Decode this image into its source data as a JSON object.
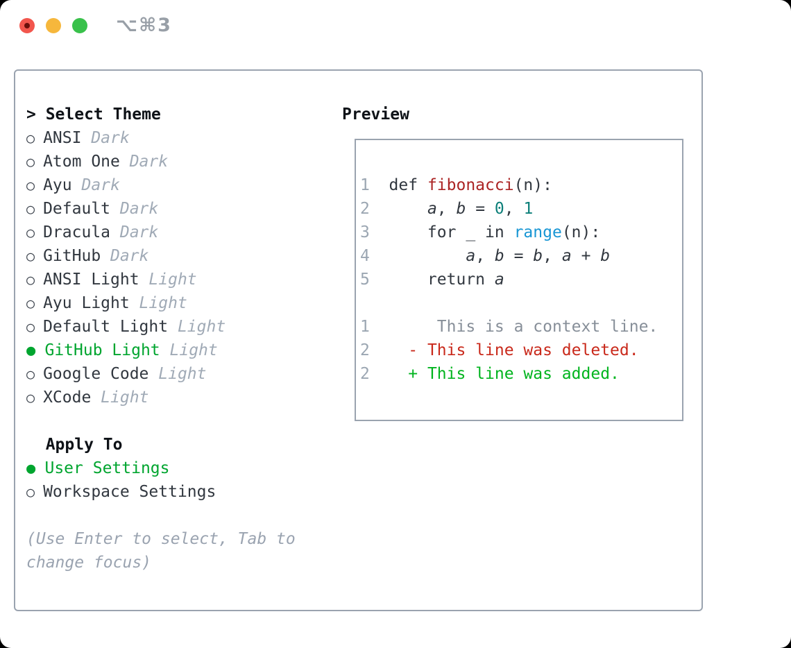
{
  "window": {
    "title": "⌥⌘3",
    "traffic_lights": [
      "close",
      "minimize",
      "zoom"
    ]
  },
  "colors": {
    "outside": "#000000",
    "window_bg": "#ffffff",
    "border": "#9aa3af",
    "header": "#0e1217",
    "text": "#31373f",
    "muted": "#a0aab6",
    "help": "#9aa3b0",
    "lineno": "#9ba6b2",
    "context": "#878f99",
    "green": "#00a52f",
    "added": "#00b41e",
    "deleted": "#c9291b",
    "func": "#ab2424",
    "num": "#0c7f79",
    "builtin": "#1896d4",
    "title": "#989fa7",
    "tl_red": "#f2564d",
    "tl_red_dot": "#6b0f0a",
    "tl_yellow": "#f6b73c",
    "tl_green": "#39c14b"
  },
  "theme_selector": {
    "prompt": ">",
    "header": "Select Theme",
    "markers": {
      "unselected": "○",
      "selected": "●"
    },
    "themes": [
      {
        "name": "ANSI",
        "variant": "Dark",
        "selected": false
      },
      {
        "name": "Atom One",
        "variant": "Dark",
        "selected": false
      },
      {
        "name": "Ayu",
        "variant": "Dark",
        "selected": false
      },
      {
        "name": "Default",
        "variant": "Dark",
        "selected": false
      },
      {
        "name": "Dracula",
        "variant": "Dark",
        "selected": false
      },
      {
        "name": "GitHub",
        "variant": "Dark",
        "selected": false
      },
      {
        "name": "ANSI Light",
        "variant": "Light",
        "selected": false
      },
      {
        "name": "Ayu Light",
        "variant": "Light",
        "selected": false
      },
      {
        "name": "Default Light",
        "variant": "Light",
        "selected": false
      },
      {
        "name": "GitHub Light",
        "variant": "Light",
        "selected": true
      },
      {
        "name": "Google Code",
        "variant": "Light",
        "selected": false
      },
      {
        "name": "XCode",
        "variant": "Light",
        "selected": false
      }
    ],
    "apply_to": {
      "header": "Apply To",
      "options": [
        {
          "label": "User Settings",
          "selected": true
        },
        {
          "label": "Workspace Settings",
          "selected": false
        }
      ]
    },
    "help_lines": [
      "(Use Enter to select, Tab to",
      "change focus)"
    ]
  },
  "preview": {
    "header": "Preview",
    "code_lines": [
      [
        {
          "t": "1  ",
          "c": "lineno"
        },
        {
          "t": "def ",
          "c": "code"
        },
        {
          "t": "fibonacci",
          "c": "func"
        },
        {
          "t": "(n):",
          "c": "code"
        }
      ],
      [
        {
          "t": "2  ",
          "c": "lineno"
        },
        {
          "t": "    ",
          "c": "code"
        },
        {
          "t": "a",
          "c": "var"
        },
        {
          "t": ", ",
          "c": "code"
        },
        {
          "t": "b",
          "c": "var"
        },
        {
          "t": " = ",
          "c": "code"
        },
        {
          "t": "0",
          "c": "num"
        },
        {
          "t": ", ",
          "c": "code"
        },
        {
          "t": "1",
          "c": "num"
        }
      ],
      [
        {
          "t": "3  ",
          "c": "lineno"
        },
        {
          "t": "    for _ in ",
          "c": "code"
        },
        {
          "t": "range",
          "c": "builtin"
        },
        {
          "t": "(n):",
          "c": "code"
        }
      ],
      [
        {
          "t": "4  ",
          "c": "lineno"
        },
        {
          "t": "        ",
          "c": "code"
        },
        {
          "t": "a",
          "c": "var"
        },
        {
          "t": ", ",
          "c": "code"
        },
        {
          "t": "b",
          "c": "var"
        },
        {
          "t": " = ",
          "c": "code"
        },
        {
          "t": "b",
          "c": "var"
        },
        {
          "t": ", ",
          "c": "code"
        },
        {
          "t": "a",
          "c": "var"
        },
        {
          "t": " + ",
          "c": "code"
        },
        {
          "t": "b",
          "c": "var"
        }
      ],
      [
        {
          "t": "5  ",
          "c": "lineno"
        },
        {
          "t": "    return ",
          "c": "code"
        },
        {
          "t": "a",
          "c": "var"
        }
      ]
    ],
    "diff_lines": [
      [
        {
          "t": "1",
          "c": "lineno"
        },
        {
          "t": "       ",
          "c": "code"
        },
        {
          "t": "This is a context line.",
          "c": "context"
        }
      ],
      [
        {
          "t": "2",
          "c": "lineno"
        },
        {
          "t": "    ",
          "c": "code"
        },
        {
          "t": "- This line was deleted.",
          "c": "deleted"
        }
      ],
      [
        {
          "t": "2",
          "c": "lineno"
        },
        {
          "t": "    ",
          "c": "code"
        },
        {
          "t": "+ This line was added.",
          "c": "added"
        }
      ]
    ]
  }
}
